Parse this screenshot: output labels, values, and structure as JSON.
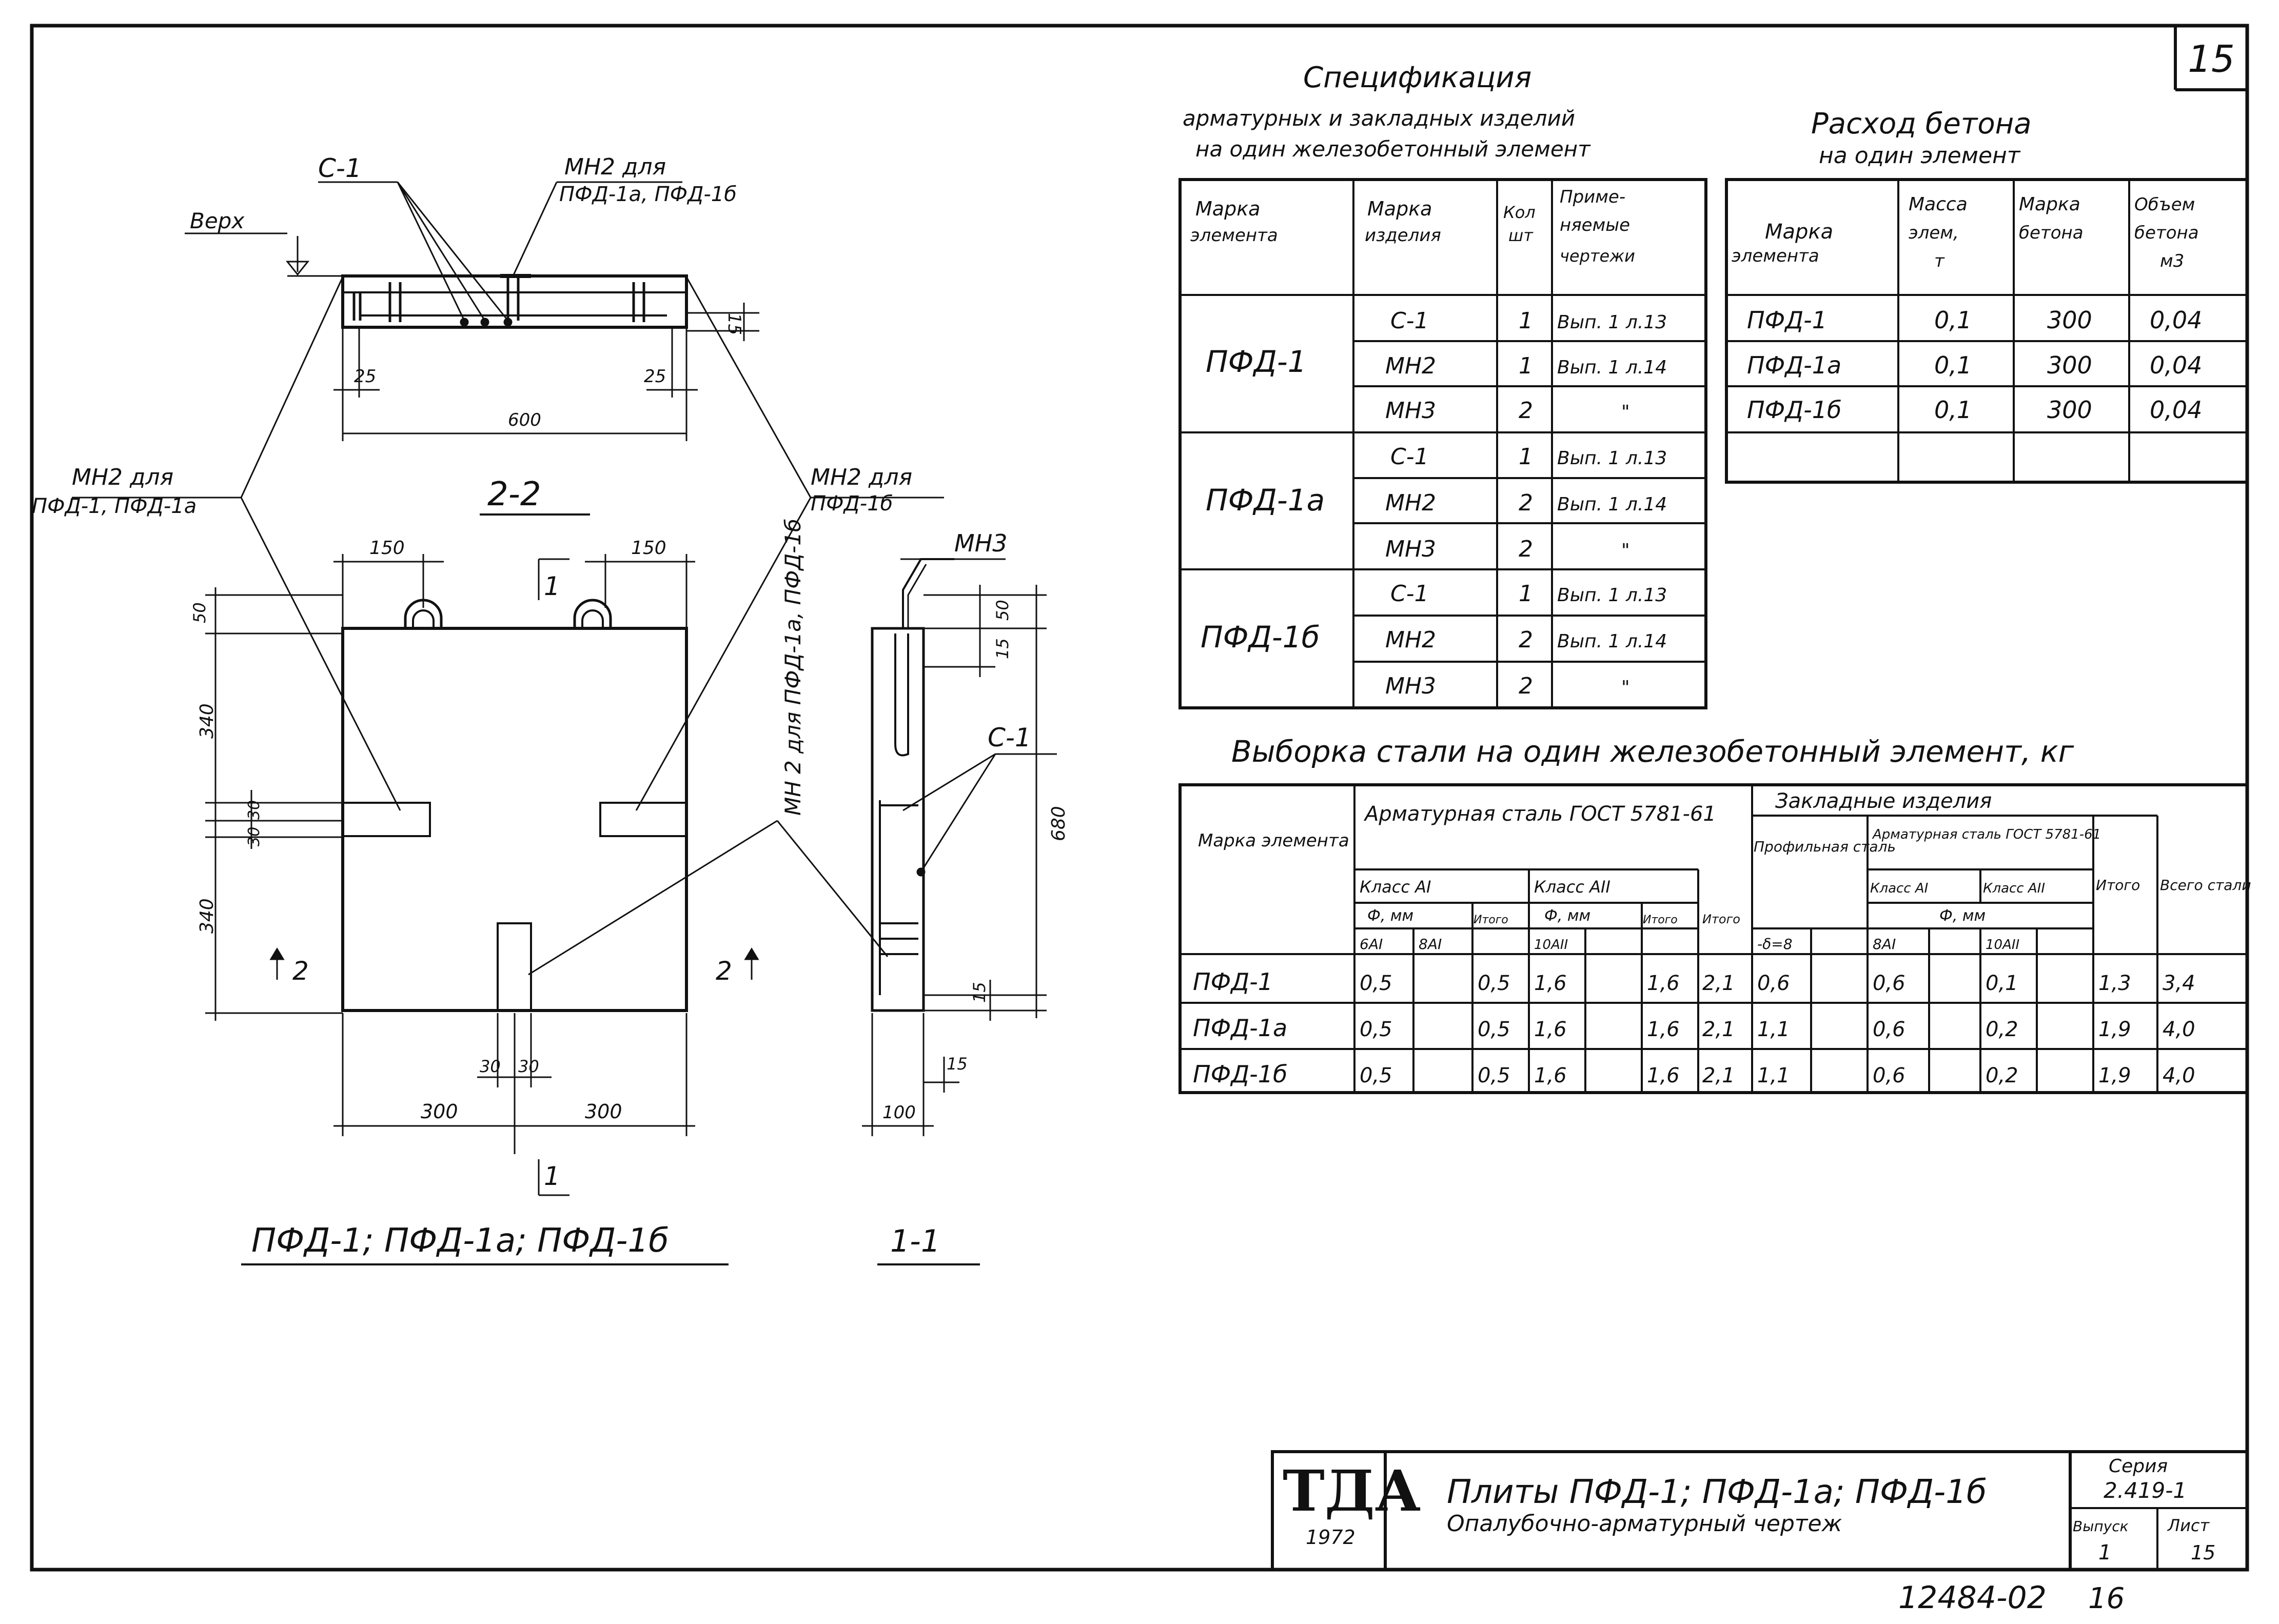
{
  "sheet": {
    "corner_number": "15",
    "stamp_number": "12484-02",
    "stamp_page": "16"
  },
  "drawing": {
    "section_22": "2-2",
    "section_11": "1-1",
    "caption": "ПФД-1; ПФД-1а; ПФД-1б",
    "top_label": "Верх",
    "cut_1": "1",
    "cut_2": "2",
    "labels": {
      "c1": "С-1",
      "mh2_top_a": "МН2 для",
      "mh2_top_b": "ПФД-1а, ПФД-1б",
      "mh2_left_a": "МН2 для",
      "mh2_left_b": "ПФД-1, ПФД-1а",
      "mh2_right_a": "МН2 для",
      "mh2_right_b": "ПФД-1б",
      "mh2_vertical": "МН 2 для ПФД-1а, ПФД-1б",
      "mh3": "МН3",
      "c1_side": "С-1"
    },
    "dims": {
      "d25a": "25",
      "d25b": "25",
      "d600": "600",
      "d15a": "15",
      "d150a": "150",
      "d150b": "150",
      "d50a": "50",
      "d340a": "340",
      "d30a": "30",
      "d30b": "30",
      "d340b": "340",
      "d30c": "30",
      "d30d": "30",
      "d300a": "300",
      "d300b": "300",
      "d50b": "50",
      "d15b": "15",
      "d680": "680",
      "d15c": "15",
      "d15d": "15",
      "d100": "100"
    }
  },
  "spec": {
    "title": "Спецификация",
    "subtitle1": "арматурных и закладных изделий",
    "subtitle2": "на один железобетонный элемент",
    "headers": [
      "Марка элемента",
      "Марка изделия",
      "Кол шт",
      "Применяемые чертежи"
    ],
    "groups": [
      {
        "element": "ПФД-1",
        "rows": [
          [
            "С-1",
            "1",
            "Вып. 1 л.13"
          ],
          [
            "МН2",
            "1",
            "Вып. 1 л.14"
          ],
          [
            "МН3",
            "2",
            "\""
          ]
        ]
      },
      {
        "element": "ПФД-1а",
        "rows": [
          [
            "С-1",
            "1",
            "Вып. 1 л.13"
          ],
          [
            "МН2",
            "2",
            "Вып. 1 л.14"
          ],
          [
            "МН3",
            "2",
            "\""
          ]
        ]
      },
      {
        "element": "ПФД-1б",
        "rows": [
          [
            "С-1",
            "1",
            "Вып. 1 л.13"
          ],
          [
            "МН2",
            "2",
            "Вып. 1 л.14"
          ],
          [
            "МН3",
            "2",
            "\""
          ]
        ]
      }
    ]
  },
  "concrete": {
    "title": "Расход бетона",
    "subtitle": "на один элемент",
    "headers": [
      "Марка элемента",
      "Масса элем, т",
      "Марка бетона",
      "Объем бетона м3"
    ],
    "rows": [
      [
        "ПФД-1",
        "0,1",
        "300",
        "0,04"
      ],
      [
        "ПФД-1а",
        "0,1",
        "300",
        "0,04"
      ],
      [
        "ПФД-1б",
        "0,1",
        "300",
        "0,04"
      ]
    ]
  },
  "steel": {
    "title": "Выборка стали на один железобетонный элемент, кг",
    "h_mark": "Марка элемента",
    "h_rebar": "Арматурная сталь ГОСТ 5781-61",
    "h_embed": "Закладные изделия",
    "h_embed_rebar": "Арматурная сталь ГОСТ 5781-61",
    "h_profile": "Профильная сталь",
    "h_class_ai": "Класс АI",
    "h_class_aii": "Класс АII",
    "h_class_ai_s": "Класс АI",
    "h_class_aii_s": "Класс АII",
    "h_phi1": "Ф, мм",
    "h_phi2": "Ф, мм",
    "h_phi3": "Ф, мм",
    "h_itogo1": "Итого",
    "h_itogo2": "Итого",
    "h_itogo3": "Итого",
    "h_itogo4": "Итого",
    "h_total": "Всего стали",
    "h_6ai": "6АI",
    "h_8ai": "8АI",
    "h_10aii": "10АII",
    "h_d8": "-δ=8",
    "h_8ai_b": "8АI",
    "h_10aii_b": "10АII",
    "rows": [
      [
        "ПФД-1",
        "0,5",
        "",
        "0,5",
        "1,6",
        "",
        "1,6",
        "2,1",
        "0,6",
        "",
        "0,6",
        "",
        "0,1",
        "",
        "1,3",
        "3,4"
      ],
      [
        "ПФД-1а",
        "0,5",
        "",
        "0,5",
        "1,6",
        "",
        "1,6",
        "2,1",
        "1,1",
        "",
        "0,6",
        "",
        "0,2",
        "",
        "1,9",
        "4,0"
      ],
      [
        "ПФД-1б",
        "0,5",
        "",
        "0,5",
        "1,6",
        "",
        "1,6",
        "2,1",
        "1,1",
        "",
        "0,6",
        "",
        "0,2",
        "",
        "1,9",
        "4,0"
      ]
    ]
  },
  "title_block": {
    "logo": "ТДА",
    "year": "1972",
    "line1": "Плиты ПФД-1; ПФД-1а; ПФД-1б",
    "line2": "Опалубочно-арматурный чертеж",
    "series_label": "Серия",
    "series_value": "2.419-1",
    "issue_label": "Выпуск",
    "issue_value": "1",
    "sheet_label": "Лист",
    "sheet_value": "15"
  }
}
